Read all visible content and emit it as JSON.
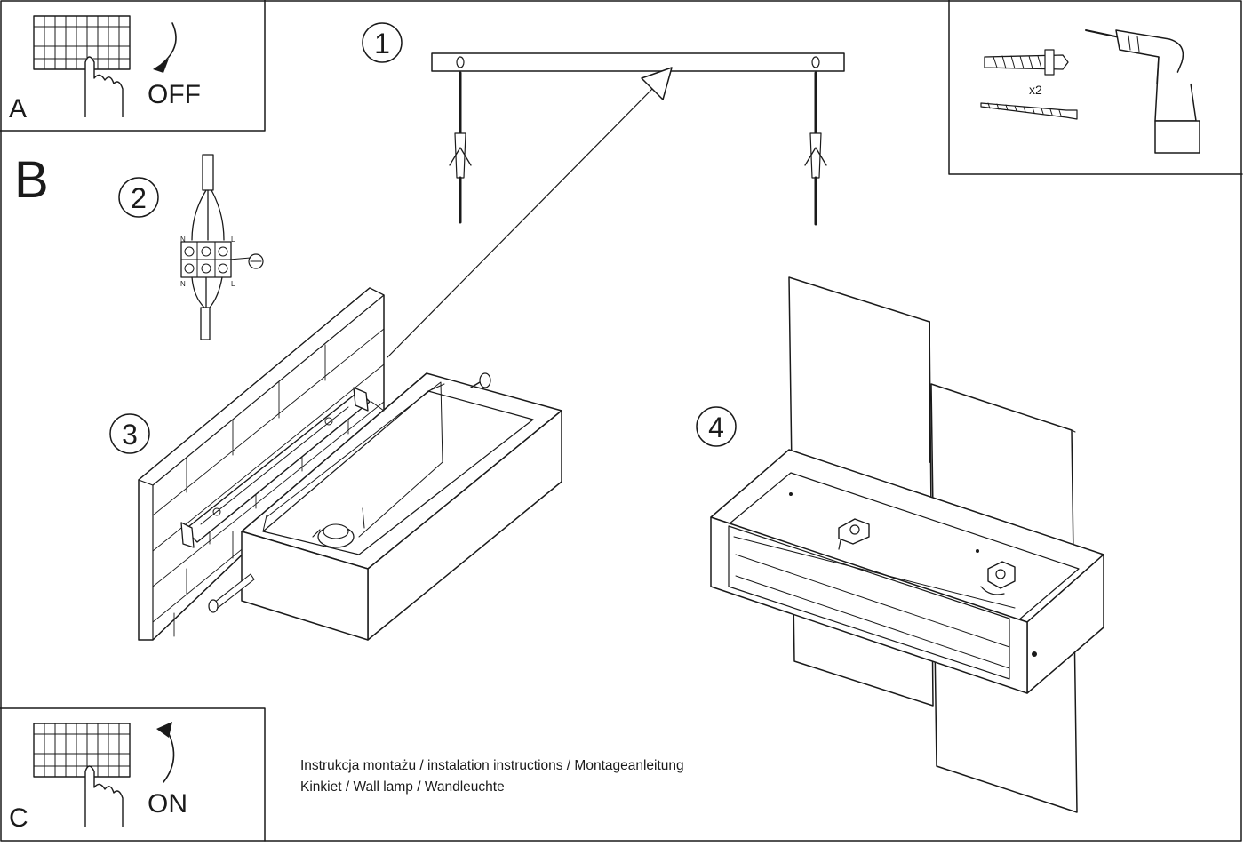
{
  "panels": {
    "a": {
      "letter": "A",
      "state_label": "OFF"
    },
    "b": {
      "letter": "B"
    },
    "c": {
      "letter": "C",
      "state_label": "ON"
    }
  },
  "steps": [
    {
      "number": "1"
    },
    {
      "number": "2"
    },
    {
      "number": "3"
    },
    {
      "number": "4"
    }
  ],
  "hardware": {
    "quantity": "x2"
  },
  "wiring": {
    "terminal_n": "N",
    "terminal_l": "L"
  },
  "caption": {
    "line1": "Instrukcja montażu / instalation instructions / Montageanleitung",
    "line2": "Kinkiet / Wall lamp / Wandleuchte"
  }
}
